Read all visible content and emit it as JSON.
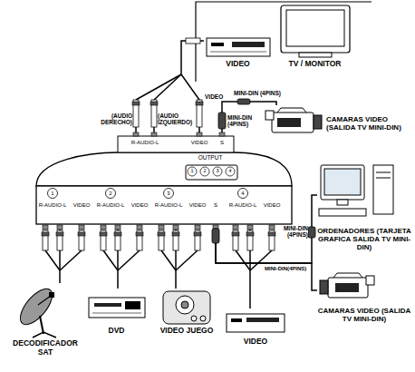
{
  "diagram": {
    "nodes": [
      {
        "text": [
          "VIDEO"
        ]
      },
      {
        "text": [
          "TV / MONITOR"
        ]
      },
      {
        "text": [
          "CAMARAS VIDEO (SALIDA TV MINI-DIN)"
        ]
      },
      {
        "text": [
          "R-AUDIO-L",
          "VIDEO",
          "S",
          "OUTPUT",
          "1",
          "2",
          "3",
          "4",
          "1",
          "R-AUDIO-L",
          "VIDEO",
          "2",
          "R-AUDIO-L",
          "VIDEO",
          "3",
          "R-AUDIO-L",
          "VIDEO",
          "S",
          "4",
          "R-AUDIO-L",
          "VIDEO"
        ]
      },
      {
        "text": [
          "ORDENADORES (TARJETA GRAFICA SALIDA TV MINI-DIN)"
        ]
      },
      {
        "text": [
          "CAMARAS VIDEO (SALIDA TV MINI-DIN)"
        ]
      },
      {
        "text": [
          "DECODIFICADOR SAT"
        ]
      },
      {
        "text": [
          "DVD"
        ]
      },
      {
        "text": [
          "VIDEO JUEGO"
        ]
      },
      {
        "text": [
          "VIDEO"
        ]
      }
    ],
    "edges": [
      {
        "from": 3,
        "to": 0,
        "arrow": "none"
      },
      {
        "from": 3,
        "to": 2,
        "arrow": "none"
      },
      {
        "from": 3,
        "to": 4,
        "arrow": "none"
      },
      {
        "from": 3,
        "to": 5,
        "arrow": "none"
      },
      {
        "from": 6,
        "to": 3,
        "arrow": "none"
      },
      {
        "from": 7,
        "to": 3,
        "arrow": "none"
      },
      {
        "from": 8,
        "to": 3,
        "arrow": "none"
      },
      {
        "from": 9,
        "to": 3,
        "arrow": "none"
      }
    ],
    "labels": [
      "VIDEO",
      "(AUDIO DERECHO)",
      "(AUDIO IZQUIERDO)",
      "MINI-DIN (4PINS)",
      "MINI-DIN (4PINS)",
      "MINI-DIN(4PINS)",
      "MINI-DIN (4PINS)"
    ]
  }
}
